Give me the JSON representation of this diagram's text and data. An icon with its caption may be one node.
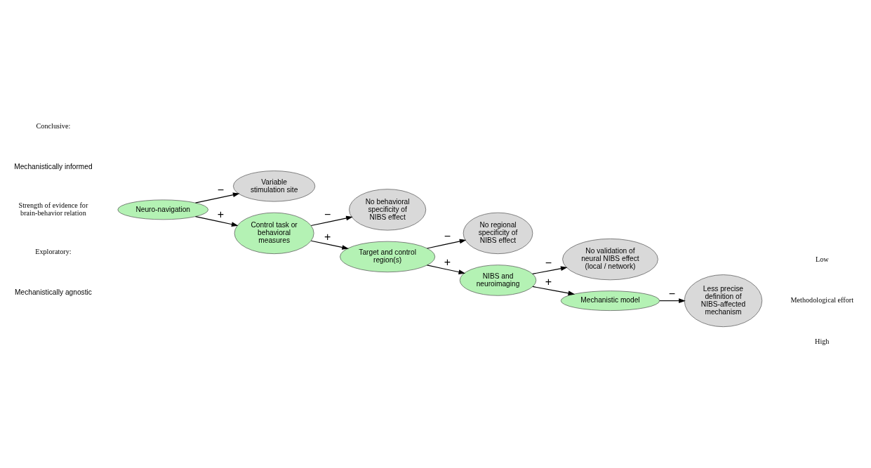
{
  "diagram": {
    "nodes": [
      {
        "text": [
          "Neuro-navigation"
        ]
      },
      {
        "text": [
          "Variable stimulation site"
        ]
      },
      {
        "text": [
          "Control task or behavioral measures"
        ]
      },
      {
        "text": [
          "No behavioral specificity of NIBS effect"
        ]
      },
      {
        "text": [
          "Target and control region(s)"
        ]
      },
      {
        "text": [
          "No regional specificity of NIBS effect"
        ]
      },
      {
        "text": [
          "NIBS and neuroimaging"
        ]
      },
      {
        "text": [
          "No validation of neural NIBS effect (local / network)"
        ]
      },
      {
        "text": [
          "Mechanistic model"
        ]
      },
      {
        "text": [
          "Less precise definition of NIBS-affected mechanism"
        ]
      }
    ],
    "edges": [
      {
        "from": 0,
        "to": 1,
        "arrow": "to",
        "label": "−"
      },
      {
        "from": 0,
        "to": 2,
        "arrow": "to",
        "label": "+"
      },
      {
        "from": 2,
        "to": 3,
        "arrow": "to",
        "label": "−"
      },
      {
        "from": 2,
        "to": 4,
        "arrow": "to",
        "label": "+"
      },
      {
        "from": 4,
        "to": 5,
        "arrow": "to",
        "label": "−"
      },
      {
        "from": 4,
        "to": 6,
        "arrow": "to",
        "label": "+"
      },
      {
        "from": 6,
        "to": 7,
        "arrow": "to",
        "label": "−"
      },
      {
        "from": 6,
        "to": 8,
        "arrow": "to",
        "label": "+"
      },
      {
        "from": 8,
        "to": 9,
        "arrow": "to",
        "label": "−"
      }
    ],
    "labels": [
      "Conclusive:",
      "Mechanistically informed",
      "Strength of evidence for brain-behavior relation",
      "Exploratory:",
      "Mechanistically agnostic",
      "Methodological effort",
      "Low",
      "High"
    ]
  }
}
